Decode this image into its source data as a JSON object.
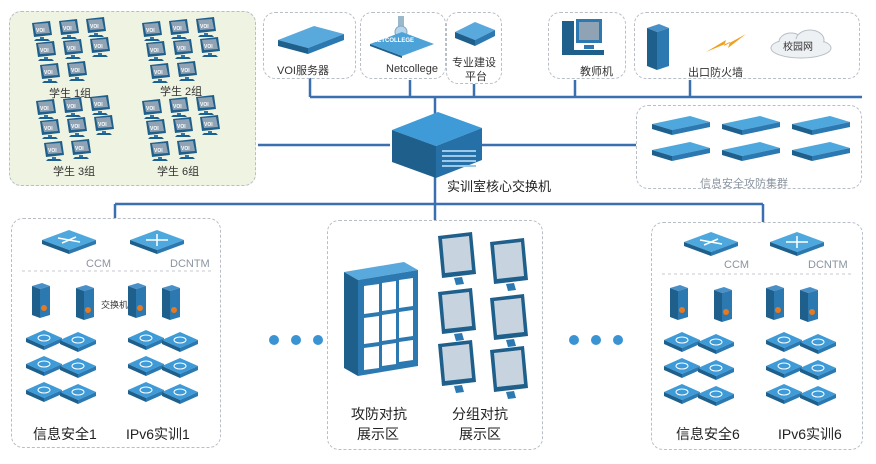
{
  "top": {
    "student_groups": [
      "学生 1组",
      "学生 2组",
      "学生 3组",
      "学生 6组"
    ],
    "voi_server": "VOI服务器",
    "netcollege": "Netcollege",
    "netcollege_logo": "NETCOLLEGE",
    "platform_line1": "专业建设",
    "platform_line2": "平台",
    "teacher": "教师机",
    "firewall": "出口防火墙",
    "campus": "校园网",
    "core_switch": "实训室核心交换机",
    "cluster": "信息安全攻防集群",
    "voi_tag": "VOI"
  },
  "left_lab": {
    "ccm": "CCM",
    "dcntm": "DCNTM",
    "switch_label": "交换机",
    "area1": "信息安全1",
    "area2": "IPv6实训1"
  },
  "center": {
    "area1_line1": "攻防对抗",
    "area1_line2": "展示区",
    "area2_line1": "分组对抗",
    "area2_line2": "展示区"
  },
  "right_lab": {
    "ccm": "CCM",
    "dcntm": "DCNTM",
    "area1": "信息安全6",
    "area2": "IPv6实训6"
  },
  "colors": {
    "link": "#3a6fb0",
    "student_bg": "#eef3e2",
    "device_blue": "#2e86c1",
    "switch_blue": "#1f6fa8",
    "monitor_screen": "#8fa3b5"
  }
}
